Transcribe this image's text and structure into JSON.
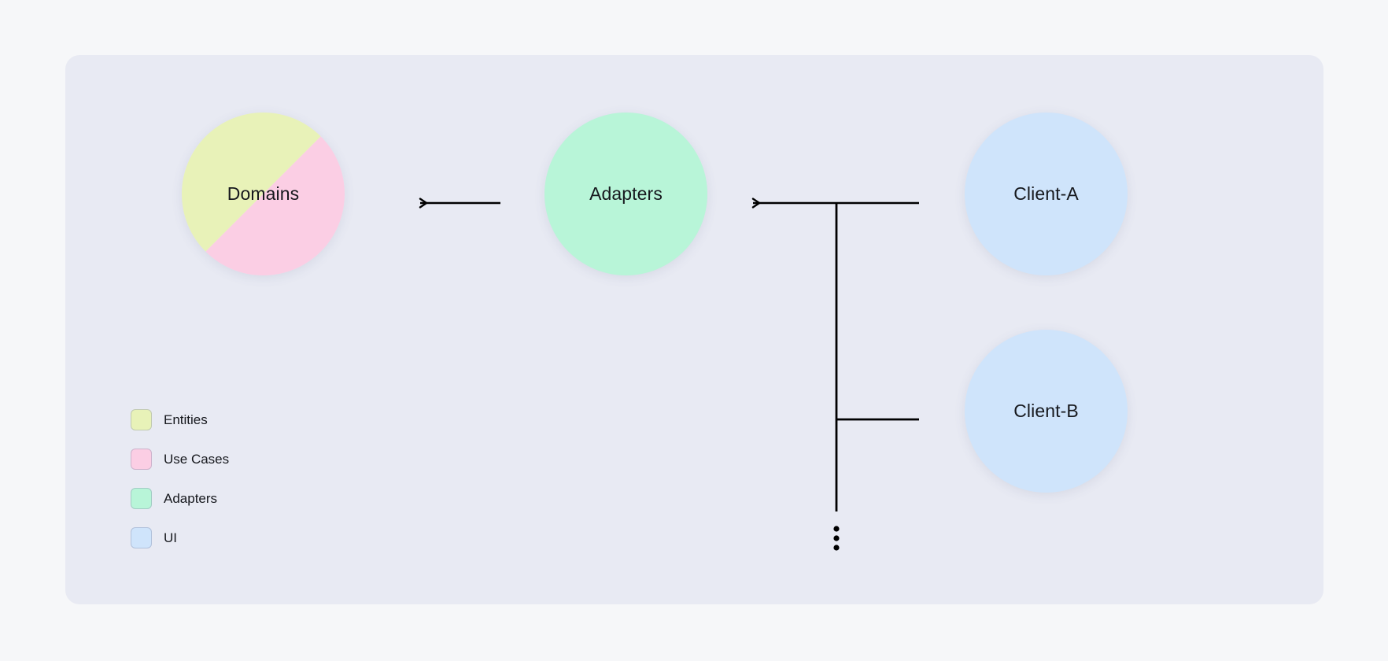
{
  "canvas": {
    "page_background": "#f6f7f9",
    "panel_background": "#e8eaf3"
  },
  "nodes": [
    {
      "id": "domains",
      "label": "Domains",
      "shape": "split-circle",
      "colors": [
        "#e8f2b8",
        "#fbcee4"
      ],
      "segments": [
        "Entities",
        "Use Cases"
      ]
    },
    {
      "id": "adapters",
      "label": "Adapters",
      "shape": "circle",
      "colors": [
        "#b8f5d8"
      ],
      "segments": [
        "Adapters"
      ]
    },
    {
      "id": "client-a",
      "label": "Client-A",
      "shape": "circle",
      "colors": [
        "#cfe4fb"
      ],
      "segments": [
        "UI"
      ]
    },
    {
      "id": "client-b",
      "label": "Client-B",
      "shape": "circle",
      "colors": [
        "#cfe4fb"
      ],
      "segments": [
        "UI"
      ]
    }
  ],
  "connectors": {
    "stroke": "#000000",
    "arrows": [
      {
        "id": "adapters-to-domains",
        "from": "adapters",
        "to": "domains",
        "direction": "left"
      },
      {
        "id": "clients-to-adapters",
        "from": "clients",
        "to": "adapters",
        "direction": "left"
      }
    ],
    "more_indicator": "vertical-ellipsis"
  },
  "legend": {
    "items": [
      {
        "label": "Entities",
        "color": "#e8f2b8"
      },
      {
        "label": "Use Cases",
        "color": "#fbcee4"
      },
      {
        "label": "Adapters",
        "color": "#b8f5d8"
      },
      {
        "label": "UI",
        "color": "#cfe4fb"
      }
    ]
  }
}
